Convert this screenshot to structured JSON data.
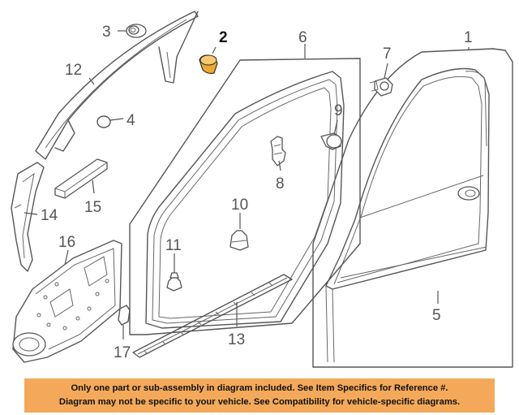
{
  "callouts": {
    "c1": "1",
    "c2": "2",
    "c3": "3",
    "c4": "4",
    "c5": "5",
    "c6": "6",
    "c7": "7",
    "c8": "8",
    "c9": "9",
    "c10": "10",
    "c11": "11",
    "c12": "12",
    "c13": "13",
    "c14": "14",
    "c15": "15",
    "c16": "16",
    "c17": "17"
  },
  "notice": {
    "line1": "Only one part or sub-assembly in diagram included. See Item Specifics for Reference #.",
    "line2": "Diagram may not be specific to your vehicle. See Compatibility for vehicle-specific diagrams."
  },
  "colors": {
    "highlight_part": "#f0a830",
    "notice_background": "#f4a95a"
  }
}
